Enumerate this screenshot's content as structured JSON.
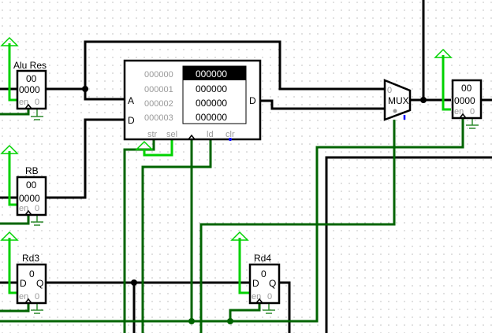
{
  "registers": {
    "alu_res": {
      "label": "Alu Res",
      "top": "00",
      "value": "0000",
      "en": "en",
      "zero": "0"
    },
    "rb": {
      "label": "RB",
      "top": "00",
      "value": "0000",
      "en": "en",
      "zero": "0"
    },
    "out": {
      "top": "00",
      "value": "0000",
      "en": "en",
      "zero": "0"
    }
  },
  "flipflops": {
    "rd3": {
      "label": "Rd3",
      "value": "0",
      "d": "D",
      "q": "Q",
      "en": "en",
      "zero": "0"
    },
    "rd4": {
      "label": "Rd4",
      "value": "0",
      "d": "D",
      "q": "Q",
      "en": "en",
      "zero": "0"
    }
  },
  "ram": {
    "pin_a": "A",
    "pin_d_in": "D",
    "pin_d_out": "D",
    "addresses": [
      "000000",
      "000001",
      "000002",
      "000003"
    ],
    "values": [
      "000000",
      "000000",
      "000000",
      "000000"
    ],
    "pins": {
      "str": "str",
      "sel": "sel",
      "ld": "ld",
      "clr": "clr"
    }
  },
  "mux": {
    "label": "MUX",
    "input0": "0"
  },
  "colors": {
    "wire": "#000000",
    "low": "#006400",
    "high": "#00d200",
    "unknown": "#0000ff"
  }
}
